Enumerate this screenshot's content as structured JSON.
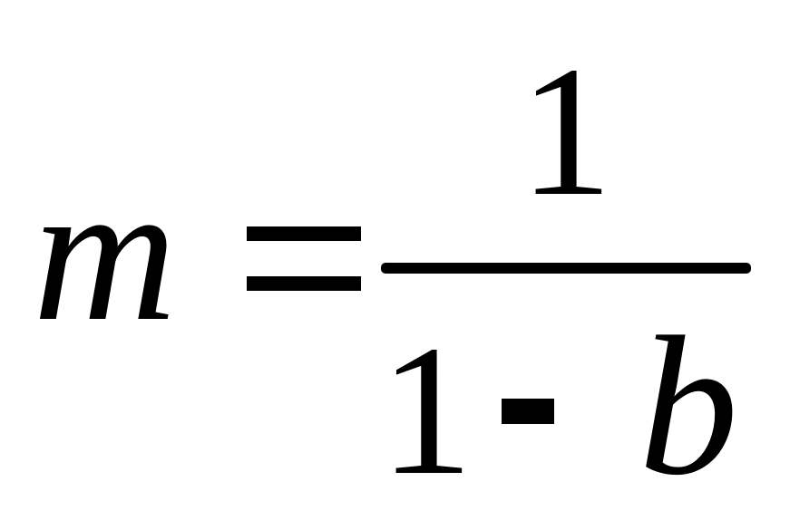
{
  "equation": {
    "lhs_variable": "m",
    "equals_sign": "=",
    "numerator": "1",
    "denominator": {
      "constant": "1",
      "minus_sign": "-",
      "variable": "b"
    }
  }
}
